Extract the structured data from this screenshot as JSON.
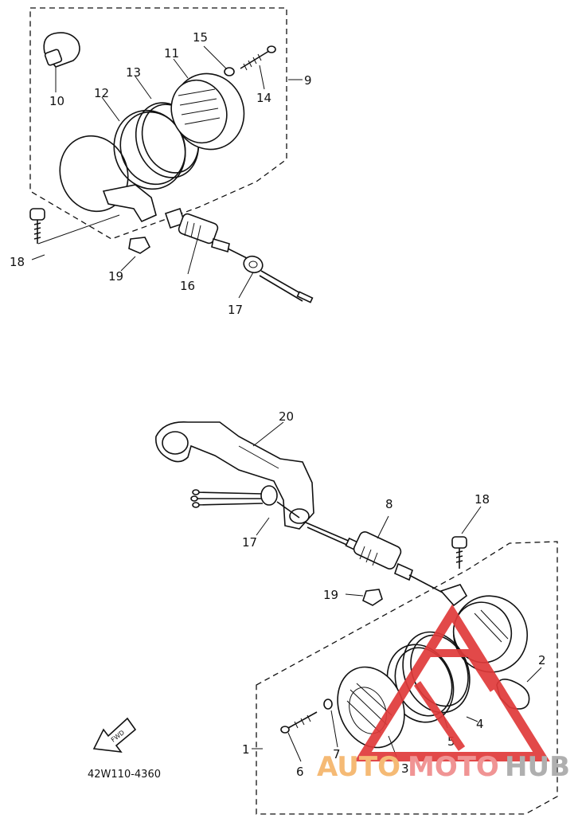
{
  "diagram": {
    "callouts": {
      "c1": "1",
      "c2": "2",
      "c3": "3",
      "c4": "4",
      "c5": "5",
      "c6": "6",
      "c7": "7",
      "c8": "8",
      "c9": "9",
      "c10": "10",
      "c11": "11",
      "c12": "12",
      "c13": "13",
      "c14": "14",
      "c15": "15",
      "c16": "16",
      "c17a": "17",
      "c17b": "17",
      "c18a": "18",
      "c18b": "18",
      "c19a": "19",
      "c19b": "19",
      "c20": "20"
    },
    "part_code": "42W110-4360",
    "fwd_arrow_text": "FWD"
  },
  "watermark": {
    "auto": "AUTO",
    "moto": "MOTO",
    "hub": "HUB",
    "colors": {
      "auto": "#f5b56a",
      "moto": "#ef8b8b",
      "hub": "#a9a9a9",
      "triangle": "#e03a3a"
    }
  }
}
